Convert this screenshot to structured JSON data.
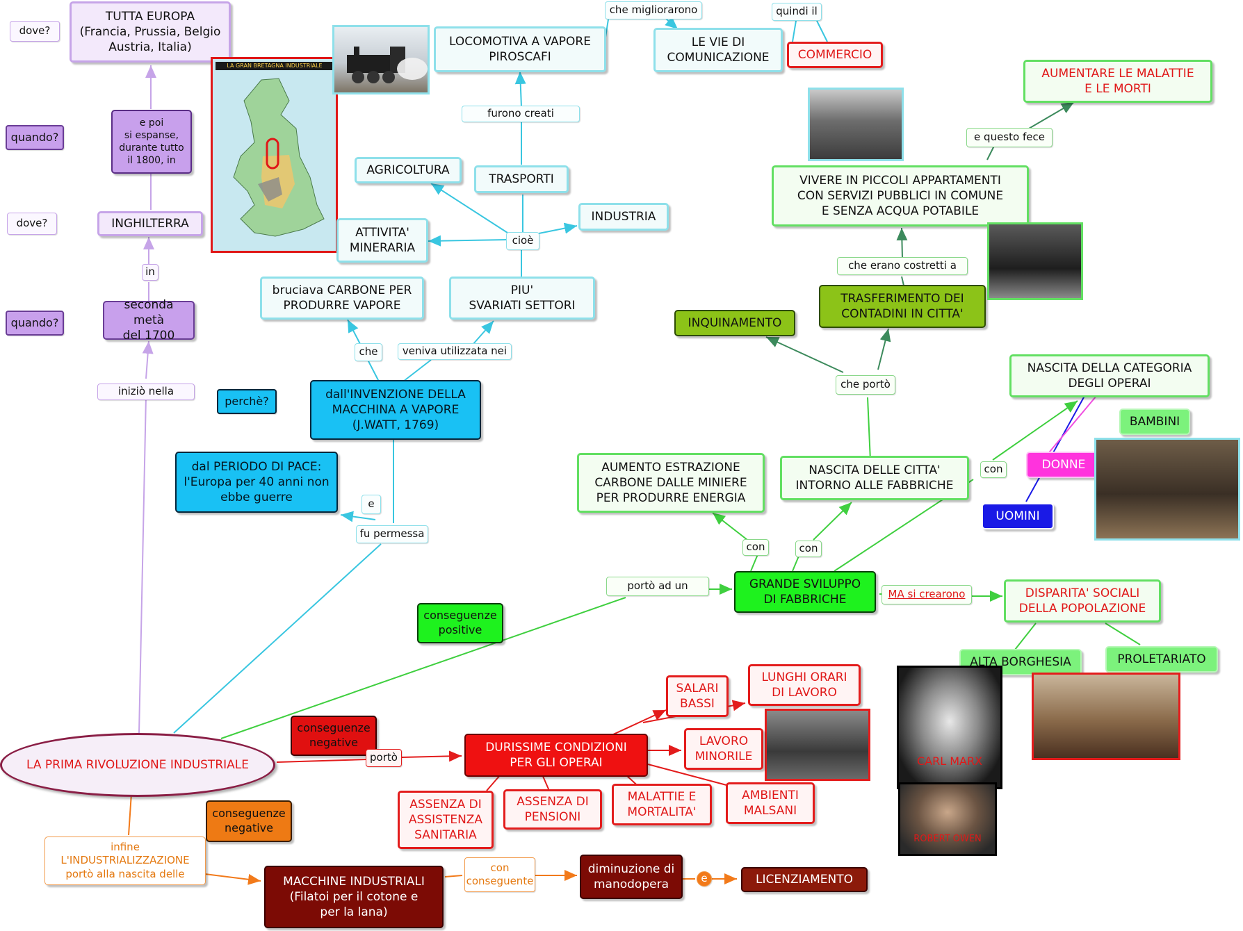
{
  "diagram": {
    "root": "LA PRIMA RIVOLUZIONE INDUSTRIALE",
    "timeline": {
      "q_dove1": "dove?",
      "tutta_europa": "TUTTA EUROPA\n(Francia, Prussia, Belgio\nAustria, Italia)",
      "q_quando1": "quando?",
      "e_poi": "e poi\nsi espanse,\ndurante tutto\nil 1800, in",
      "q_dove2": "dove?",
      "inghilterra": "INGHILTERRA",
      "in": "in",
      "q_quando2": "quando?",
      "seconda_meta": "seconda metà\ndel 1700",
      "inizio_nella": "iniziò nella"
    },
    "map": {
      "title": "LA GRAN BRETAGNA INDUSTRIALE"
    },
    "transport": {
      "che_migliorarono": "che migliorarono",
      "quindi_il": "quindi il",
      "locomotiva": "LOCOMOTIVA A VAPORE\nPIROSCAFI",
      "vie": "LE VIE DI\nCOMUNICAZIONE",
      "commercio": "COMMERCIO",
      "furono_creati": "furono creati",
      "agricoltura": "AGRICOLTURA",
      "trasporti": "TRASPORTI",
      "industria": "INDUSTRIA",
      "attivita": "ATTIVITA'\nMINERARIA",
      "cioe": "cioè",
      "bruciava": "bruciava CARBONE PER\nPRODURRE VAPORE",
      "piu_settori": "PIU'\nSVARIATI SETTORI",
      "che": "che",
      "veniva": "veniva utilizzata nei",
      "invenzione": "dall'INVENZIONE DELLA\nMACCHINA A VAPORE\n(J.WATT, 1769)",
      "perche": "perchè?",
      "periodo_pace": "dal PERIODO DI PACE:\nl'Europa per 40 anni non\nebbe guerre",
      "e": "e",
      "fu_permessa": "fu permessa"
    },
    "positive": {
      "conseguenze": "conseguenze\npositive",
      "porto_ad_un": "portò ad un",
      "grande_sviluppo": "GRANDE SVILUPPO\nDI FABBRICHE",
      "con1": "con",
      "con2": "con",
      "con3": "con",
      "aumento": "AUMENTO ESTRAZIONE\nCARBONE DALLE MINIERE\nPER PRODURRE ENERGIA",
      "nascita_citta": "NASCITA DELLE CITTA'\nINTORNO ALLE FABBRICHE",
      "che_porto": "che portò",
      "inquinamento": "INQUINAMENTO",
      "trasferimento": "TRASFERIMENTO DEI\nCONTADINI IN CITTA'",
      "costretti": "che erano costretti a",
      "vivere": "VIVERE IN PICCOLI APPARTAMENTI\nCON SERVIZI PUBBLICI IN COMUNE\nE SENZA ACQUA POTABILE",
      "questo_fece": "e questo fece",
      "aumentare": "AUMENTARE LE MALATTIE\nE LE MORTI",
      "nascita_operai": "NASCITA DELLA CATEGORIA\nDEGLI OPERAI",
      "bambini": "BAMBINI",
      "donne": "DONNE",
      "uomini": "UOMINI",
      "ma_crearono": "MA si crearono",
      "disparita": "DISPARITA' SOCIALI\nDELLA POPOLAZIONE",
      "alta_borghesia": "ALTA BORGHESIA",
      "proletariato": "PROLETARIATO",
      "carl_marx": "CARL MARX",
      "robert_owen": "ROBERT OWEN"
    },
    "negative": {
      "conseguenze": "conseguenze\nnegative",
      "porto": "portò",
      "durissime": "DURISSIME CONDIZIONI\nPER GLI OPERAI",
      "salari": "SALARI\nBASSI",
      "lunghi": "LUNGHI ORARI\nDI LAVORO",
      "minorile": "LAVORO\nMINORILE",
      "ambienti": "AMBIENTI\nMALSANI",
      "malattie": "MALATTIE E\nMORTALITA'",
      "pensioni": "ASSENZA DI\nPENSIONI",
      "sanitaria": "ASSENZA DI\nASSISTENZA\nSANITARIA"
    },
    "negative2": {
      "conseguenze": "conseguenze\nnegative",
      "infine": "infine\nL'INDUSTRIALIZZAZIONE\nportò alla nascita delle",
      "macchine": "MACCHINE INDUSTRIALI\n(Filatoi per il cotone e\nper la lana)",
      "con_conseguente": "con\nconseguente",
      "diminuzione": "diminuzione di\nmanodopera",
      "e": "e",
      "licenziamento": "LICENZIAMENTO"
    }
  },
  "colors": {
    "purple": "#c6a4e8",
    "teal": "#8ee0ea",
    "green": "#62df62",
    "red": "#e31c1c",
    "orange": "#f29a4a"
  }
}
